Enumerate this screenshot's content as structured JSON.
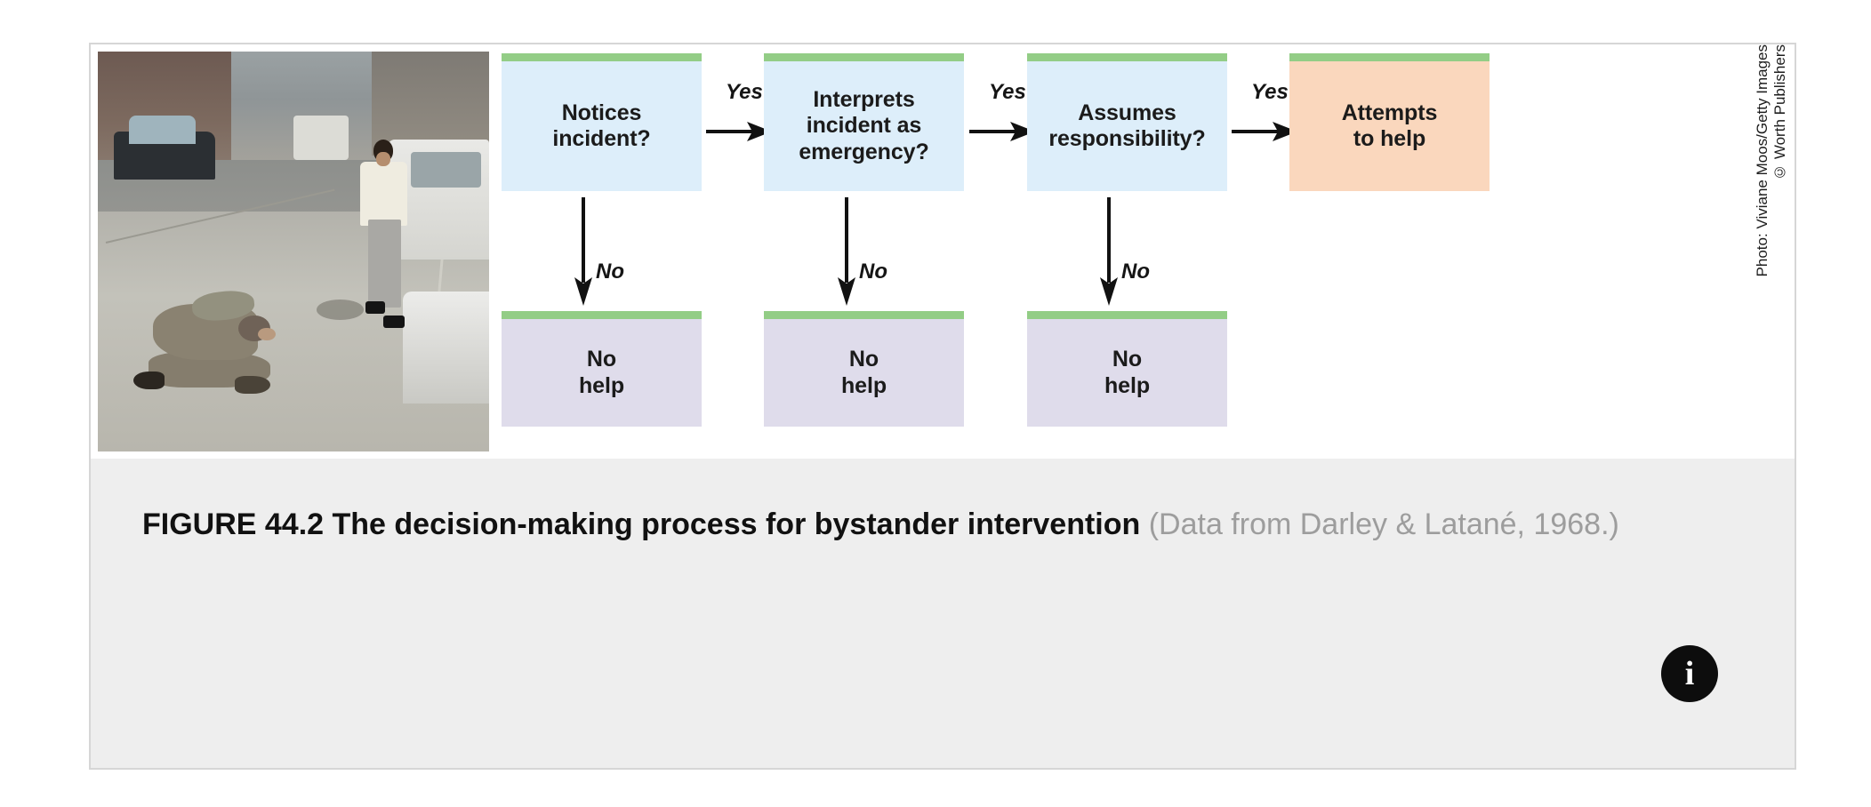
{
  "figure": {
    "photo": {
      "alt_description": "City sidewalk where a person lies on the ground while a man in a white shirt walks past",
      "credit_line_1": "Photo: Viviane Moos/Getty Images",
      "credit_line_2": "© Worth Publishers"
    },
    "flow": {
      "decision_nodes": [
        {
          "id": "notices",
          "label": "Notices\nincident?",
          "fill": "#ddeefa",
          "accent": "#93cd86"
        },
        {
          "id": "interprets",
          "label": "Interprets\nincident as\nemergency?",
          "fill": "#ddeefa",
          "accent": "#93cd86"
        },
        {
          "id": "assumes",
          "label": "Assumes\nresponsibility?",
          "fill": "#ddeefa",
          "accent": "#93cd86"
        },
        {
          "id": "attempts",
          "label": "Attempts\nto help",
          "fill": "#fad7bd",
          "accent": "#93cd86"
        }
      ],
      "outcome_nodes": [
        {
          "id": "nohelp1",
          "label": "No\nhelp",
          "fill": "#dfdceb",
          "accent": "#93cd86"
        },
        {
          "id": "nohelp2",
          "label": "No\nhelp",
          "fill": "#dfdceb",
          "accent": "#93cd86"
        },
        {
          "id": "nohelp3",
          "label": "No\nhelp",
          "fill": "#dfdceb",
          "accent": "#93cd86"
        }
      ],
      "yes_labels": [
        "Yes",
        "Yes",
        "Yes"
      ],
      "no_labels": [
        "No",
        "No",
        "No"
      ]
    },
    "caption": {
      "bold_part": "FIGURE 44.2 The decision-making process for bystander intervention",
      "source_part": " (Data from Darley & Latané, 1968.)"
    },
    "info_button": {
      "glyph": "i"
    }
  }
}
